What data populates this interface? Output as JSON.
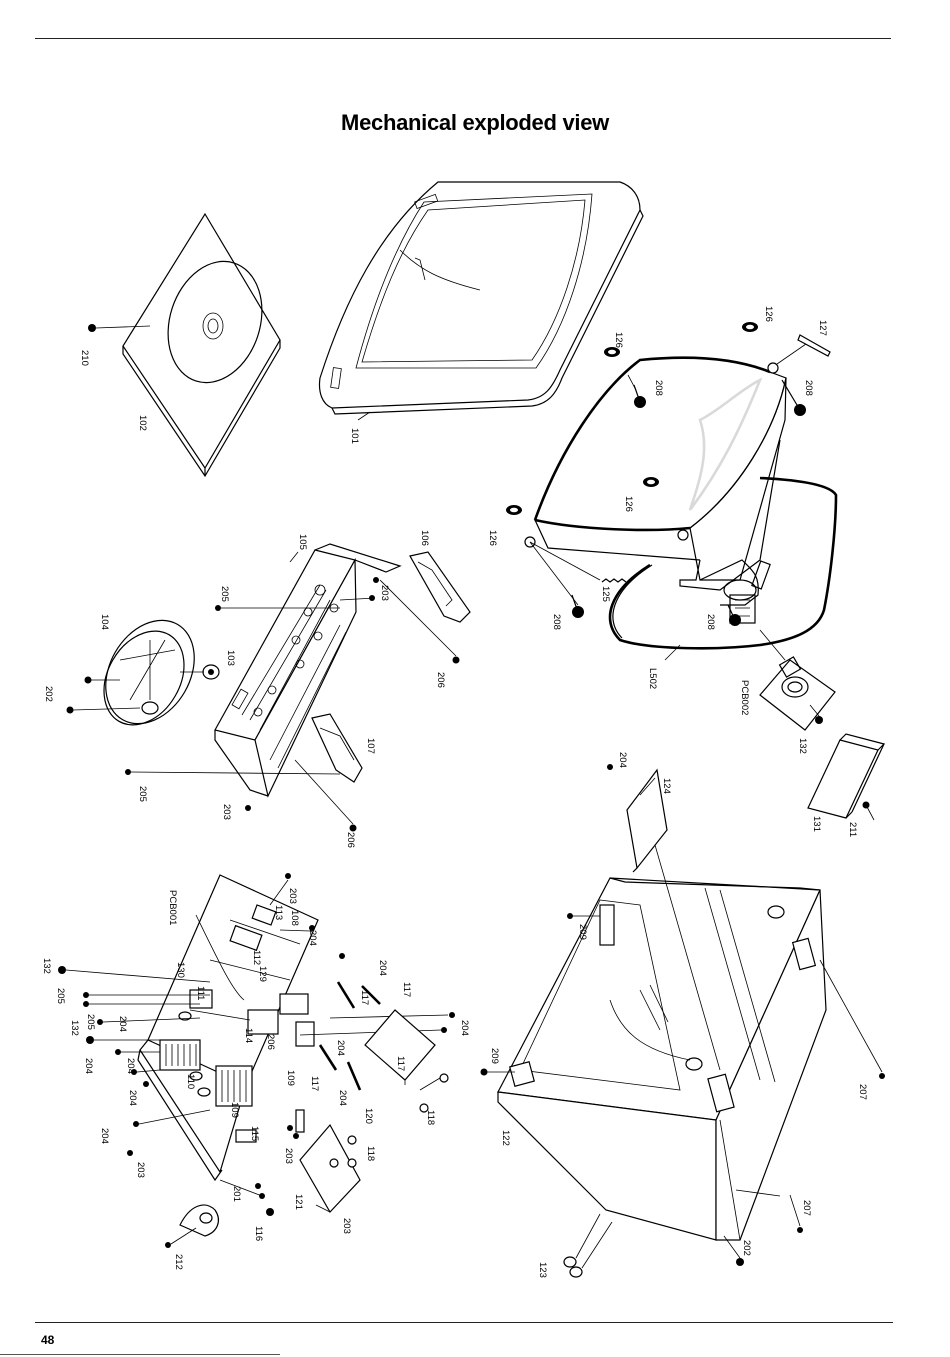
{
  "header": {
    "title": "Mechanical exploded view"
  },
  "footer": {
    "page_number": "48"
  },
  "callouts": {
    "c210": "210",
    "c102": "102",
    "c101": "101",
    "c126a": "126",
    "c126b": "126",
    "c126c": "126",
    "c126d": "126",
    "c127": "127",
    "c208a": "208",
    "c208b": "208",
    "c208c": "208",
    "c208d": "208",
    "c125": "125",
    "c502": "L502",
    "pcb002": "PCB002",
    "c132a": "132",
    "c131": "131",
    "c211": "211",
    "c124": "124",
    "c204a": "204",
    "c105": "105",
    "c106": "106",
    "c205a": "205",
    "c203a": "203",
    "c206a": "206",
    "c104": "104",
    "c103": "103",
    "c202a": "202",
    "c107": "107",
    "c205b": "205",
    "c203b": "203",
    "c206b": "206",
    "pcb001": "PCB001",
    "c203c": "203",
    "c113": "113",
    "c108": "108",
    "c204b": "204",
    "c112": "112",
    "c129": "129",
    "c204c": "204",
    "c117a": "117",
    "c117b": "117",
    "c132b": "132",
    "c205c": "205",
    "c205d": "205",
    "c132c": "132",
    "c130": "130",
    "c111": "111",
    "c204d": "204",
    "c204e": "204",
    "c114": "114",
    "c206c": "206",
    "c204f": "204",
    "c117c": "117",
    "c204g": "204",
    "c117d": "117",
    "c120": "120",
    "c204h": "204",
    "c204i": "204",
    "c204j": "204",
    "c110": "110",
    "c109a": "109",
    "c109b": "109",
    "c115": "115",
    "c203d": "203",
    "c118a": "118",
    "c118b": "118",
    "c204k": "204",
    "c203e": "203",
    "c201": "201",
    "c121": "121",
    "c203f": "203",
    "c116": "116",
    "c212": "212",
    "c209a": "209",
    "c209b": "209",
    "c207a": "207",
    "c122": "122",
    "c207b": "207",
    "c202b": "202",
    "c123": "123"
  }
}
